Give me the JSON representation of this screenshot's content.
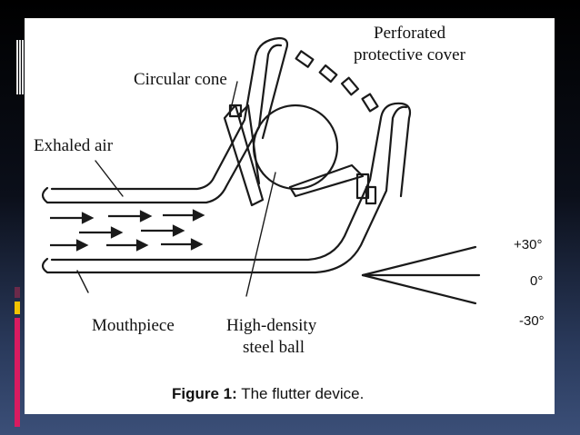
{
  "diagram": {
    "labels": {
      "perforated_line1": "Perforated",
      "perforated_line2": "protective cover",
      "circular_cone": "Circular cone",
      "exhaled_air": "Exhaled air",
      "mouthpiece": "Mouthpiece",
      "steel_ball_line1": "High-density",
      "steel_ball_line2": "steel ball"
    },
    "angles": {
      "up": "+30°",
      "zero": "0°",
      "down": "-30°"
    }
  },
  "caption": {
    "prefix": "Figure 1:",
    "text": " The flutter device."
  },
  "colors": {
    "panel": "#ffffff",
    "ink": "#111111",
    "accent_magenta": "#d81b60",
    "accent_yellow": "#f2c300"
  }
}
